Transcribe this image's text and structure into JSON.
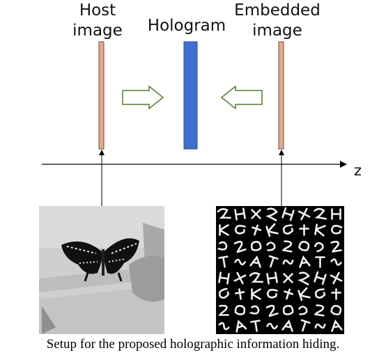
{
  "labels": {
    "host_line1": "Host",
    "host_line2": "image",
    "hologram": "Hologram",
    "embedded_line1": "Embedded",
    "embedded_line2": "image",
    "axis": "z"
  },
  "caption": "Setup for the proposed holographic information hiding.",
  "colors": {
    "host_plate": "#e8a988",
    "hologram_plate": "#3f6fce",
    "embedded_plate": "#e8a988",
    "arrow_outline": "#4f7a2a",
    "arrow_fill": "#ffffff"
  },
  "images": {
    "host": "grayscale photo of a swallowtail butterfly on a hand",
    "embedded": "grid of handwritten characters (white on black)"
  }
}
